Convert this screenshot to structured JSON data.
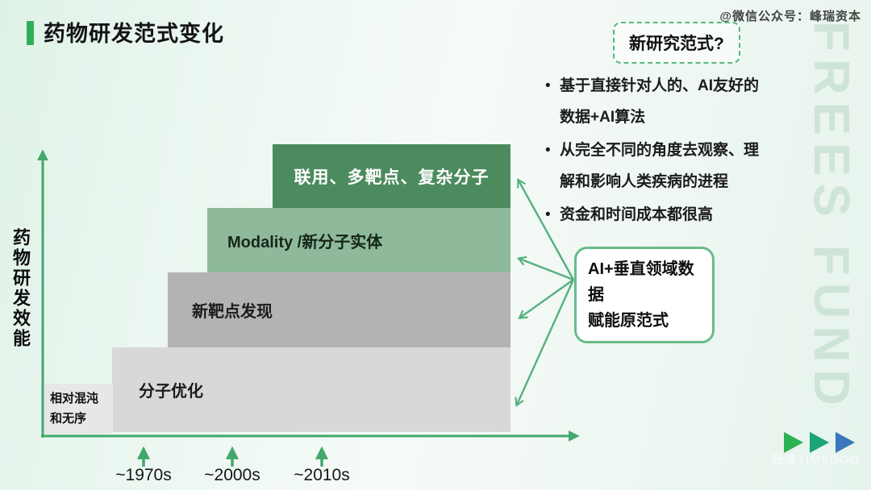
{
  "header": {
    "title": "药物研发范式变化",
    "wechat_watermark": "@微信公众号：峰瑞资本"
  },
  "question_box": {
    "label": "新研究范式?"
  },
  "bullets": {
    "dot": "•",
    "items": [
      "基于直接针对人的、AI友好的数据+AI算法",
      "从完全不同的角度去观察、理解和影响人类疾病的进程",
      "资金和时间成本都很高"
    ]
  },
  "ai_box": {
    "line1": "AI+垂直领域数据",
    "line2": "赋能原范式"
  },
  "chart": {
    "y_axis_label": "药物研发效能",
    "origin_note_line1": "相对混沌",
    "origin_note_line2": "和无序",
    "steps": [
      {
        "label": "分子优化",
        "color": "#d8d8d8"
      },
      {
        "label": "新靶点发现",
        "color": "#b3b3b3"
      },
      {
        "label": "Modality /新分子实体",
        "color": "#8eb99a"
      },
      {
        "label": "联用、多靶点、复杂分子",
        "color": "#4c8b5e"
      }
    ],
    "timeline_labels": [
      "~1970s",
      "~2000s",
      "~2010s"
    ]
  },
  "watermarks": {
    "side": "FREES FUND",
    "bottom": "跃度TIMEDOO"
  },
  "colors": {
    "accent_green": "#2fb057",
    "axis_green": "#42a86b",
    "ai_box_border": "#67bc89",
    "step_dark_green": "#4c8b5e",
    "step_light_green": "#8eb99a",
    "step_dark_gray": "#b3b3b3",
    "step_light_gray": "#d8d8d8",
    "triangle_green": "#2cb253",
    "triangle_teal": "#1ca478",
    "triangle_blue": "#3a77bd"
  }
}
